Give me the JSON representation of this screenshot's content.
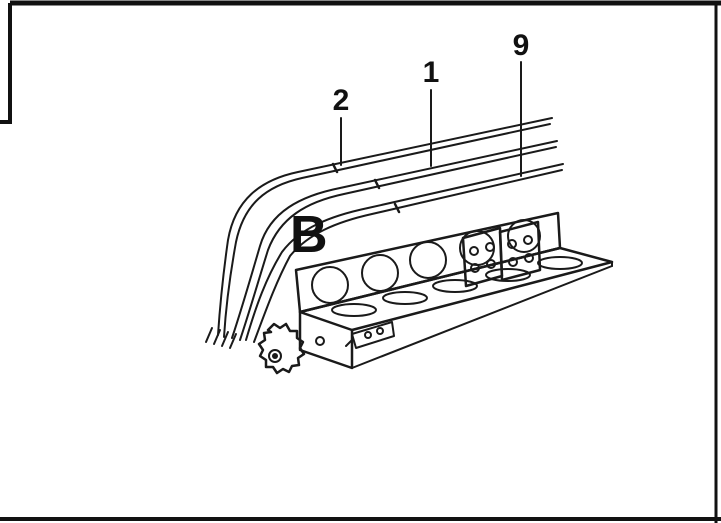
{
  "figure": {
    "section_letter": "B",
    "callouts": {
      "part_2": "2",
      "part_1": "1",
      "part_9": "9"
    },
    "colors": {
      "ink": "#111111",
      "paper": "#ffffff"
    }
  }
}
